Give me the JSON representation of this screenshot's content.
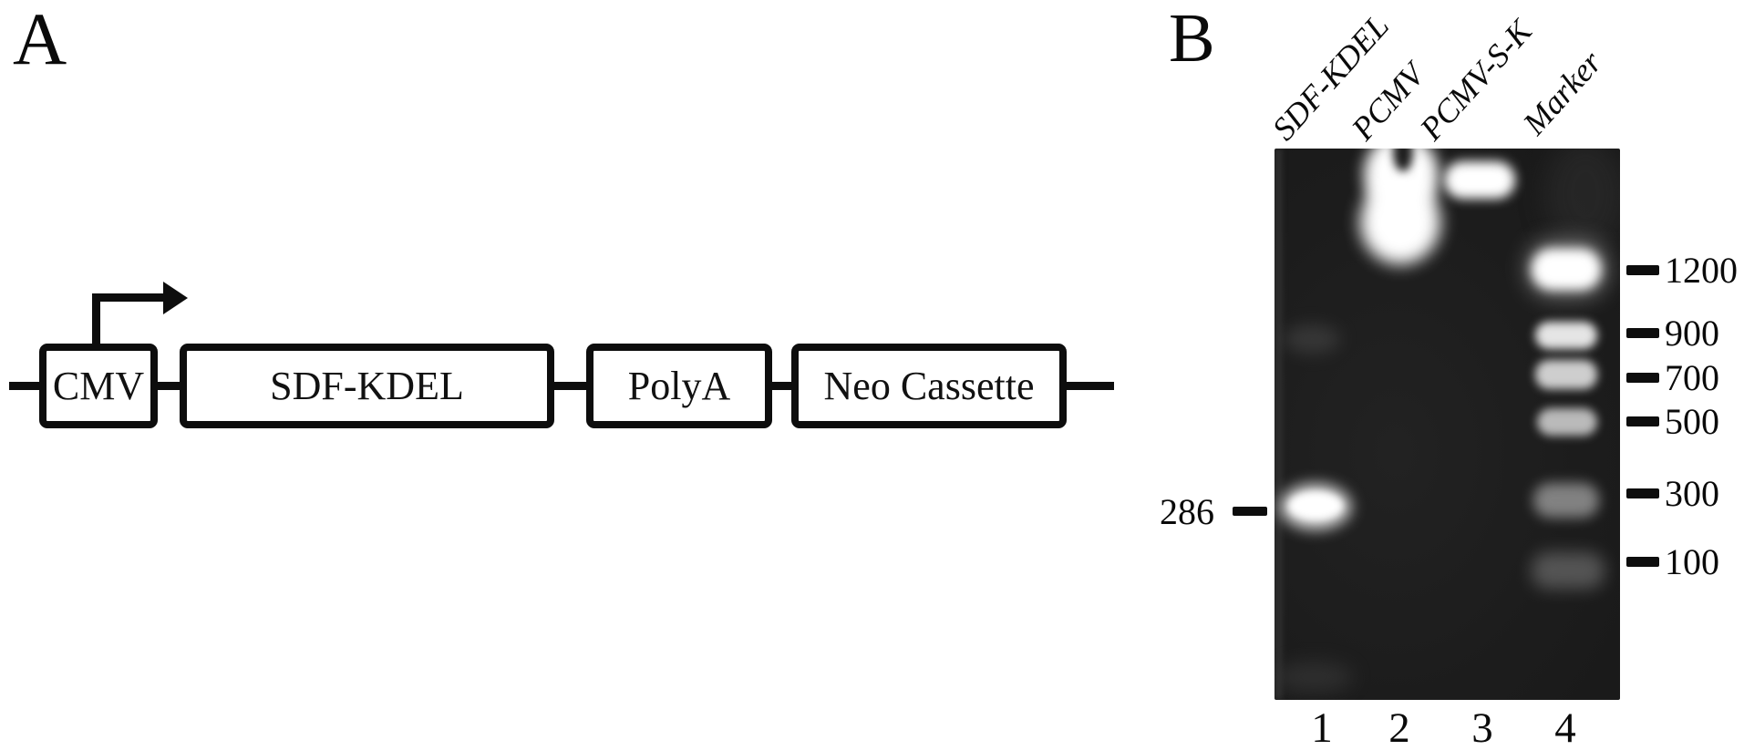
{
  "figure": {
    "panel_a": {
      "label": "A",
      "construct_elements": [
        "CMV",
        "SDF-KDEL",
        "PolyA",
        "Neo Cassette"
      ]
    },
    "panel_b": {
      "label": "B",
      "lanes": [
        {
          "number": "1",
          "label": "SDF-KDEL",
          "bands_visible": "bright band at ~286 bp, faint band higher up"
        },
        {
          "number": "2",
          "label": "PCMV",
          "bands_visible": "large bright high-molecular-weight blob near well"
        },
        {
          "number": "3",
          "label": "PCMV-S-K",
          "bands_visible": "bright high-molecular-weight band near well"
        },
        {
          "number": "4",
          "label": "Marker",
          "bands_visible": "ladder bands at 1200, 900, 700, 500, 300, 100"
        }
      ],
      "left_size_label": "286",
      "marker_sizes": [
        "1200",
        "900",
        "700",
        "500",
        "300",
        "100"
      ]
    }
  }
}
